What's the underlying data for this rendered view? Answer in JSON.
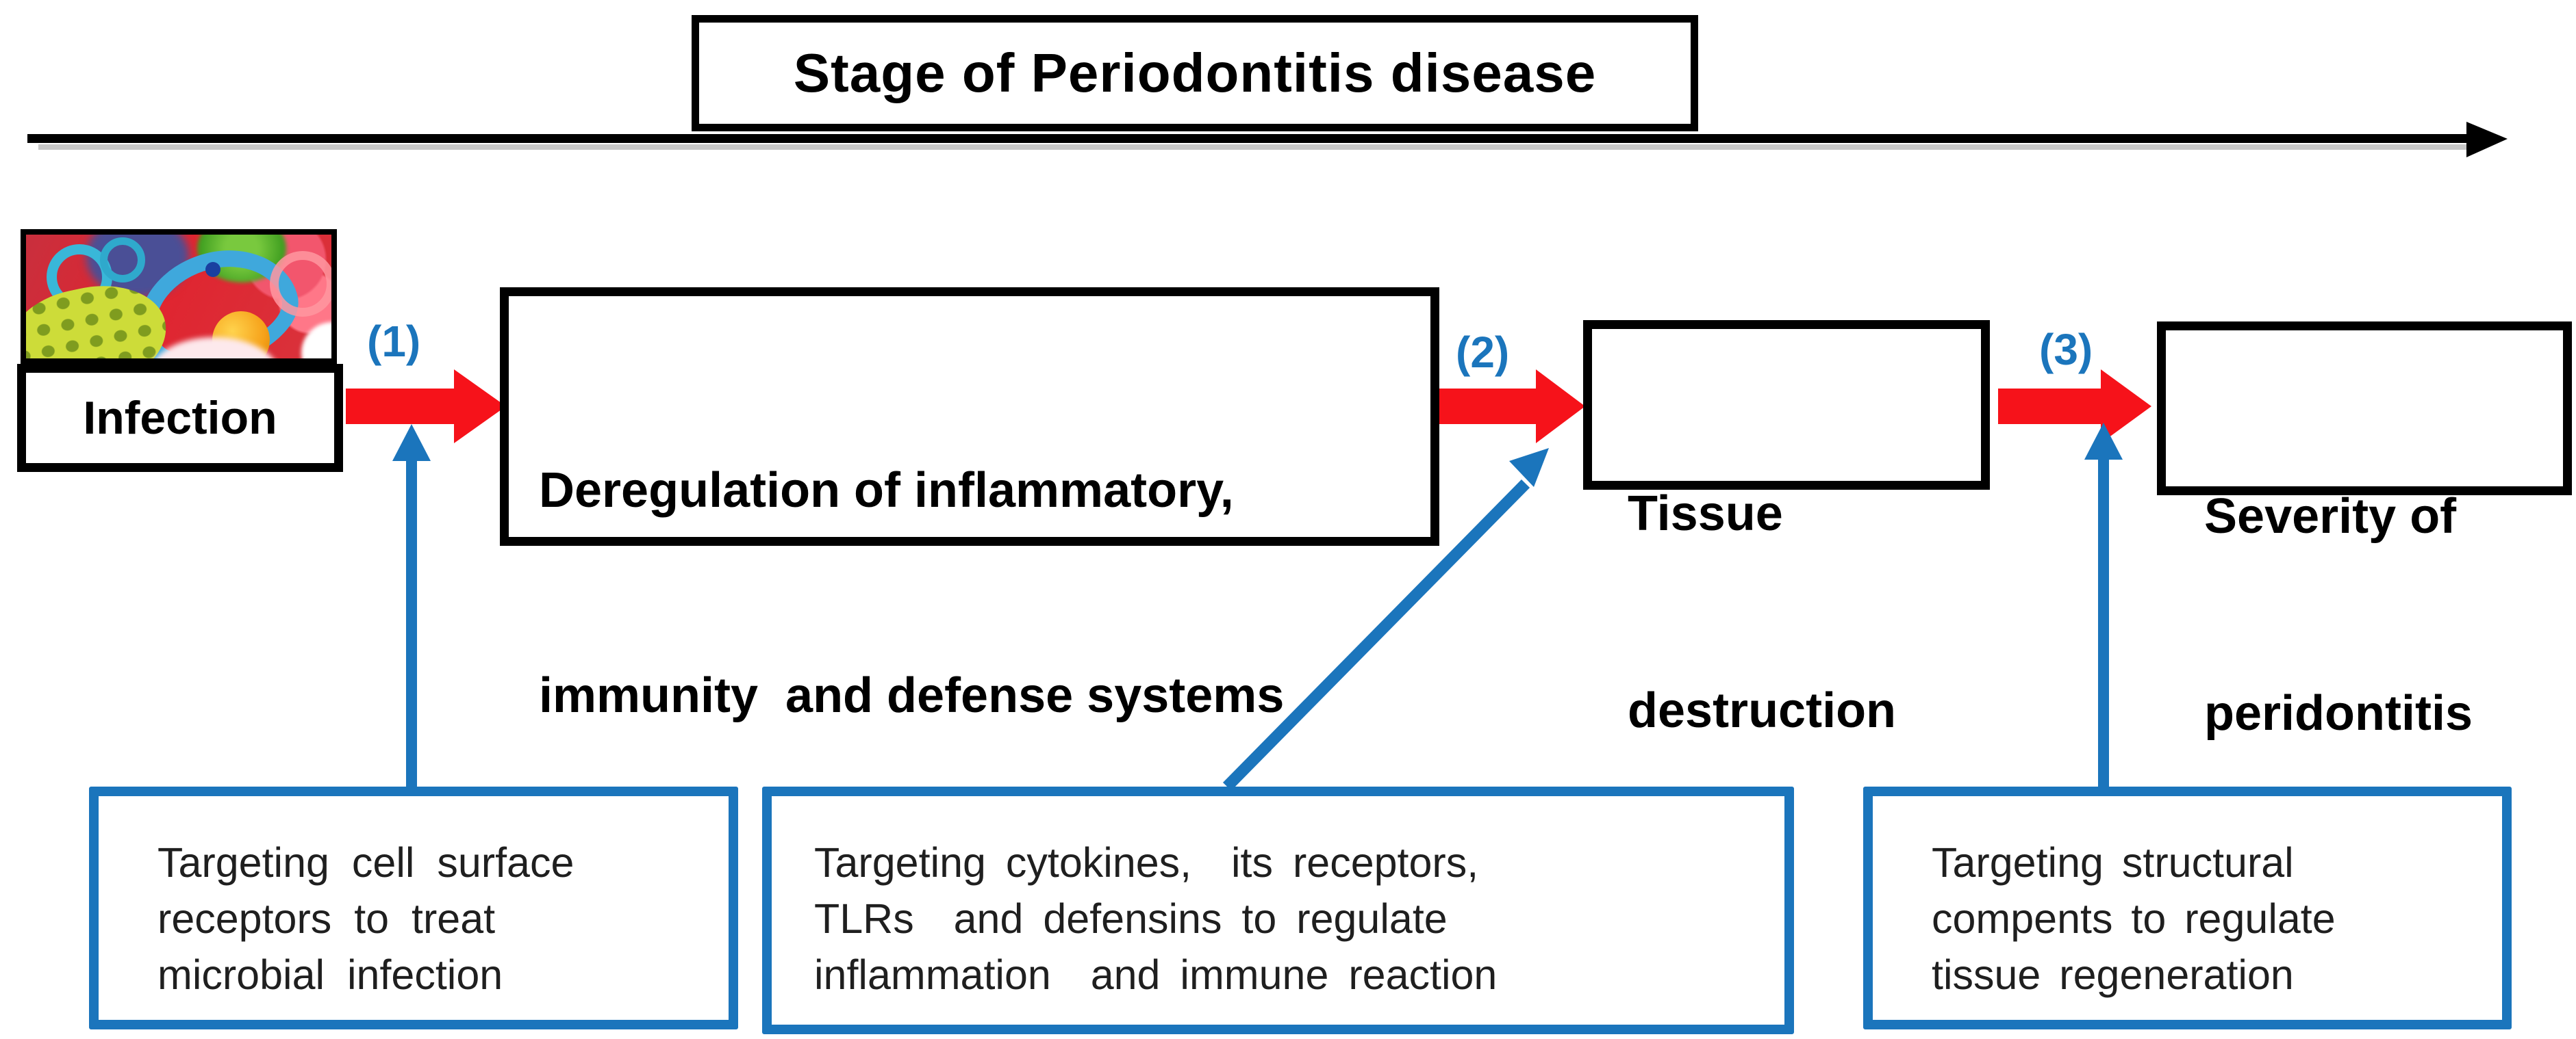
{
  "title": {
    "label": "Stage of Periodontitis disease"
  },
  "axis": {
    "name": "stage-of-disease-axis"
  },
  "flow": {
    "infection": {
      "label": "Infection"
    },
    "deregulation": {
      "lines": [
        "Deregulation of inflammatory,",
        "immunity  and defense systems"
      ]
    },
    "tissue": {
      "lines": [
        "Tissue",
        "destruction"
      ]
    },
    "severity": {
      "lines": [
        "Severity of",
        "peridontitis"
      ]
    }
  },
  "steps": [
    {
      "label": "(1)"
    },
    {
      "label": "(2)"
    },
    {
      "label": "(3)"
    }
  ],
  "interventions": [
    {
      "lines": [
        "Targeting cell surface",
        "receptors to treat",
        "microbial infection"
      ]
    },
    {
      "lines": [
        "Targeting cytokines,  its receptors,",
        "TLRs  and defensins to regulate",
        "inflammation  and immune reaction"
      ]
    },
    {
      "lines": [
        "Targeting structural",
        "compents to regulate",
        "tissue regeneration"
      ]
    }
  ],
  "image": {
    "name": "microbes-illustration",
    "description": "colorful bacteria and microbes photo"
  },
  "colors": {
    "accent_blue": "#1B75BC",
    "arrow_red": "#F6121A",
    "axis_black": "#000000",
    "note_text": "#1F1F1F"
  }
}
